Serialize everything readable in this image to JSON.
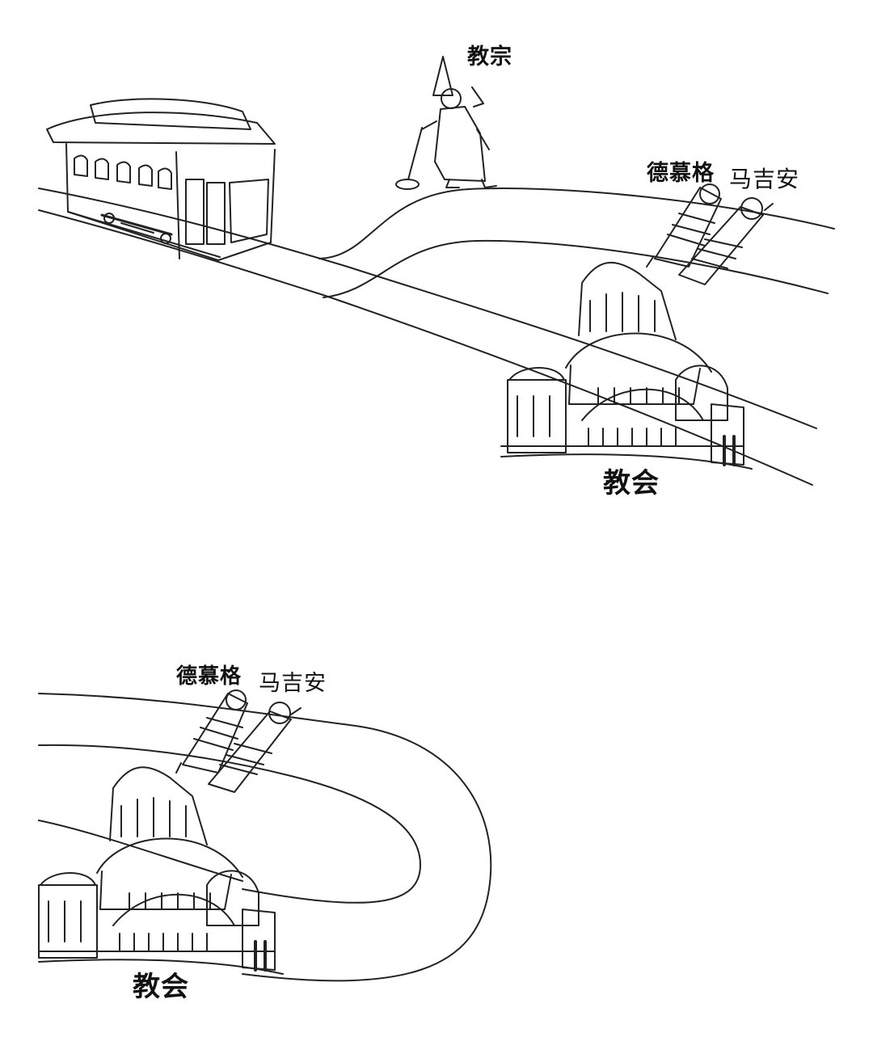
{
  "panel_top": {
    "labels": {
      "pope": "教宗",
      "person_a": "德慕格",
      "person_b": "马吉安",
      "church": "教会"
    }
  },
  "panel_bottom": {
    "labels": {
      "person_a": "德慕格",
      "person_b": "马吉安",
      "church": "教会"
    }
  },
  "colors": {
    "ink": "#222222",
    "paper": "#ffffff",
    "track_gray": "#555555"
  }
}
